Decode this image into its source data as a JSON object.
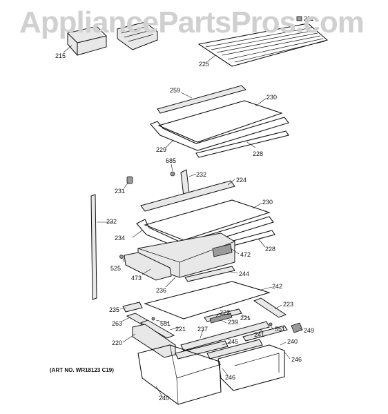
{
  "watermark": "AppliancePartsPros.com",
  "art_number": "(ART NO. WR18123 C19)",
  "labels": [
    {
      "id": "l215a",
      "text": "215"
    },
    {
      "id": "l211",
      "text": "211"
    },
    {
      "id": "l225",
      "text": "225"
    },
    {
      "id": "l259",
      "text": "259"
    },
    {
      "id": "l230a",
      "text": "230"
    },
    {
      "id": "l229",
      "text": "229"
    },
    {
      "id": "l228a",
      "text": "228"
    },
    {
      "id": "l685",
      "text": "685"
    },
    {
      "id": "l232a",
      "text": "232"
    },
    {
      "id": "l231",
      "text": "231"
    },
    {
      "id": "l224",
      "text": "224"
    },
    {
      "id": "l230b",
      "text": "230"
    },
    {
      "id": "l232b",
      "text": "232"
    },
    {
      "id": "l234",
      "text": "234"
    },
    {
      "id": "l228b",
      "text": "228"
    },
    {
      "id": "l525",
      "text": "525"
    },
    {
      "id": "l472",
      "text": "472"
    },
    {
      "id": "l473",
      "text": "473"
    },
    {
      "id": "l244",
      "text": "244"
    },
    {
      "id": "l236",
      "text": "236"
    },
    {
      "id": "l242",
      "text": "242"
    },
    {
      "id": "l235",
      "text": "235"
    },
    {
      "id": "l223",
      "text": "223"
    },
    {
      "id": "l263",
      "text": "263"
    },
    {
      "id": "l551a",
      "text": "551"
    },
    {
      "id": "l222",
      "text": "222"
    },
    {
      "id": "l221a",
      "text": "221"
    },
    {
      "id": "l239",
      "text": "239"
    },
    {
      "id": "l221b",
      "text": "221"
    },
    {
      "id": "l551b",
      "text": "551"
    },
    {
      "id": "l249",
      "text": "249"
    },
    {
      "id": "l237",
      "text": "237"
    },
    {
      "id": "l241",
      "text": "241"
    },
    {
      "id": "l220",
      "text": "220"
    },
    {
      "id": "l245",
      "text": "245"
    },
    {
      "id": "l240a",
      "text": "240"
    },
    {
      "id": "l246a",
      "text": "246"
    },
    {
      "id": "l246b",
      "text": "246"
    },
    {
      "id": "l240b",
      "text": "240"
    }
  ]
}
